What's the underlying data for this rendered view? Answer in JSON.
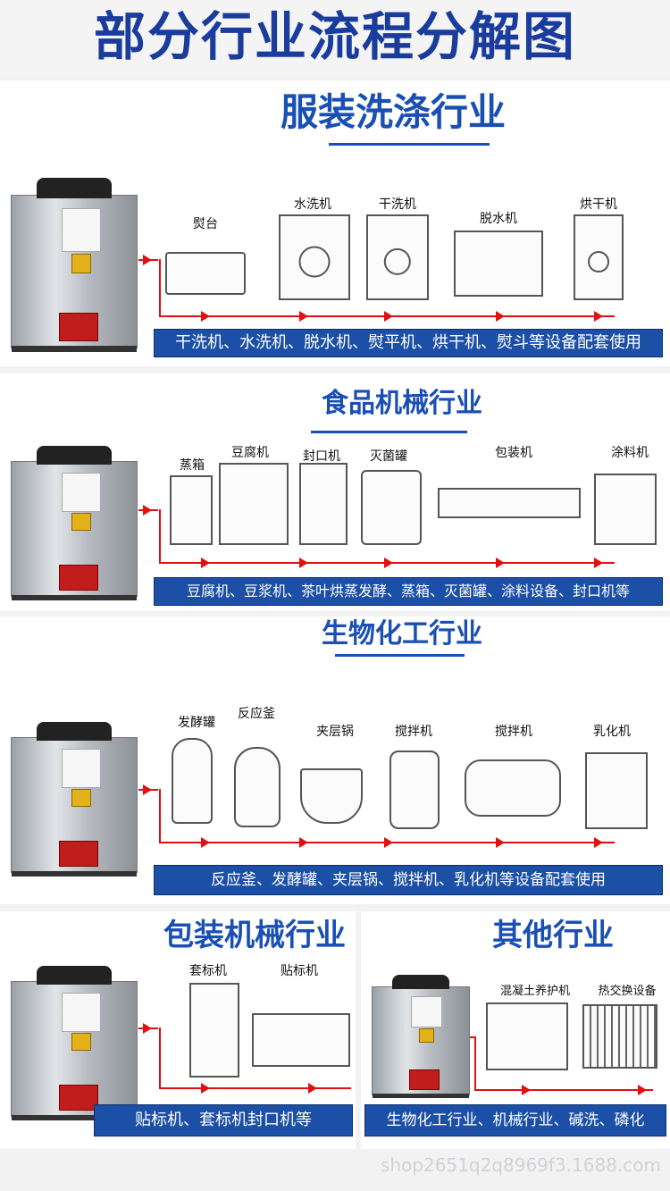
{
  "page_title": "部分行业流程分解图",
  "sections": [
    {
      "title": "服装洗涤行业",
      "machines": [
        "熨台",
        "水洗机",
        "干洗机",
        "脱水机",
        "烘干机"
      ],
      "bar_text": "干洗机、水洗机、脱水机、熨平机、烘干机、熨斗等设备配套使用"
    },
    {
      "title": "食品机械行业",
      "machines": [
        "蒸箱",
        "豆腐机",
        "封口机",
        "灭菌罐",
        "包装机",
        "涂料机"
      ],
      "bar_text": "豆腐机、豆浆机、茶叶烘蒸发酵、蒸箱、灭菌罐、涂料设备、封口机等"
    },
    {
      "title": "生物化工行业",
      "machines": [
        "发酵罐",
        "反应釜",
        "夹层锅",
        "搅拌机",
        "搅拌机",
        "乳化机"
      ],
      "bar_text": "反应釜、发酵罐、夹层锅、搅拌机、乳化机等设备配套使用"
    },
    {
      "title": "包装机械行业",
      "machines": [
        "套标机",
        "贴标机"
      ],
      "bar_text": "贴标机、套标机封口机等"
    },
    {
      "title": "其他行业",
      "machines": [
        "混凝土养护机",
        "热交换设备"
      ],
      "bar_text": "生物化工行业、机械行业、碱洗、磷化"
    }
  ],
  "watermark": "shop2651q2q8969f3.1688.com",
  "colors": {
    "title_blue": "#1a3c9c",
    "bar_blue": "#1c4fa6",
    "flow_red": "#e01010"
  }
}
